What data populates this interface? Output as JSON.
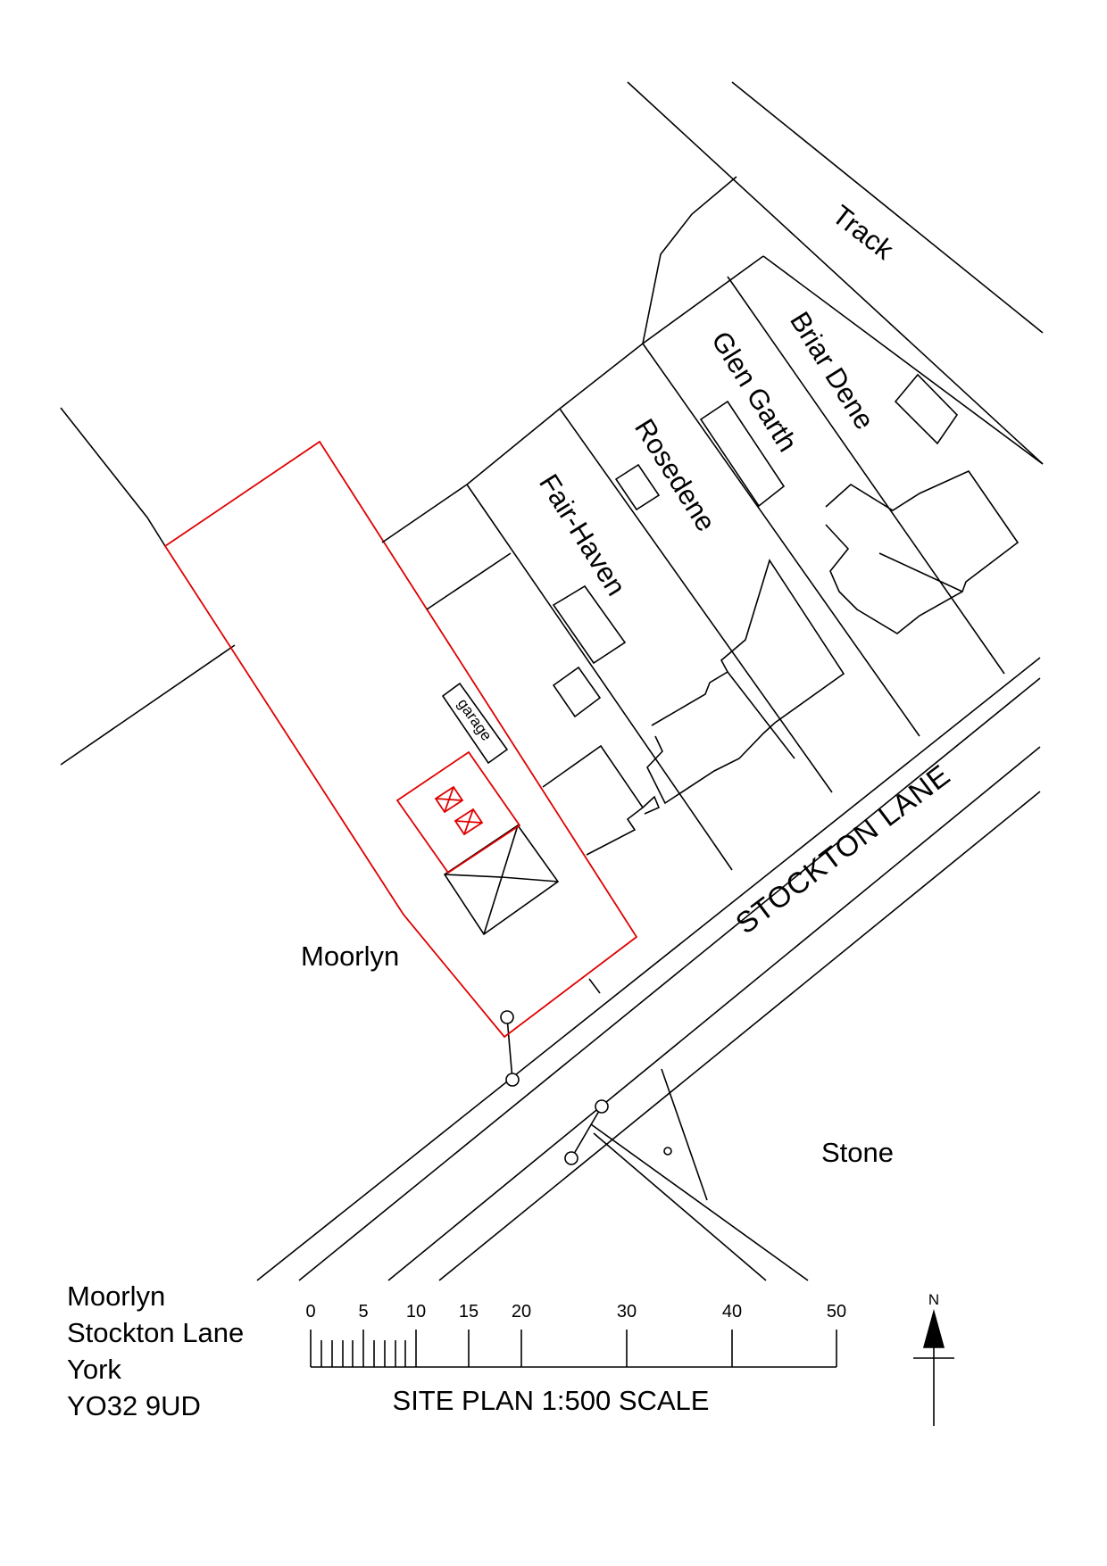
{
  "labels": {
    "track": "Track",
    "briar_dene": "Briar Dene",
    "glen_garth": "Glen Garth",
    "rosedene": "Rosedene",
    "fair_haven": "Fair-Haven",
    "garage": "garage",
    "moorlyn": "Moorlyn",
    "road": "STOCKTON LANE",
    "stone": "Stone"
  },
  "address": [
    "Moorlyn",
    "Stockton Lane",
    "York",
    "YO32 9UD"
  ],
  "scale_bar": {
    "ticks": [
      "0",
      "5",
      "10",
      "15",
      "20",
      "30",
      "40",
      "50"
    ],
    "title": "SITE PLAN 1:500 SCALE"
  },
  "north_label": "N",
  "colors": {
    "site_boundary": "#e00000",
    "lines": "#000000",
    "background": "#ffffff"
  }
}
